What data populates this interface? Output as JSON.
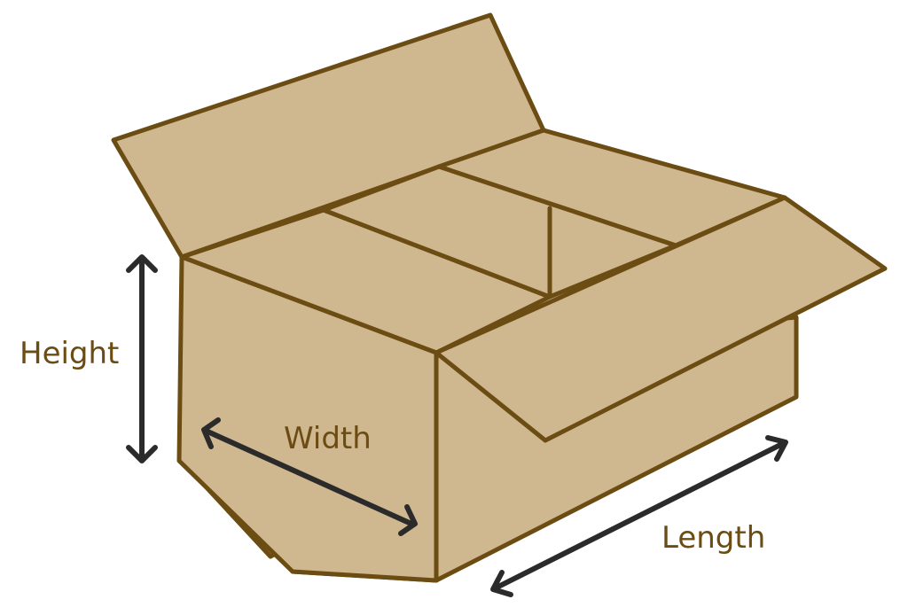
{
  "labels": {
    "height": "Height",
    "width": "Width",
    "length": "Length"
  },
  "colors": {
    "box_fill": "#cfb78f",
    "box_stroke": "#6b4c12",
    "arrow": "#2b2b2b",
    "label": "#6b4c12"
  }
}
